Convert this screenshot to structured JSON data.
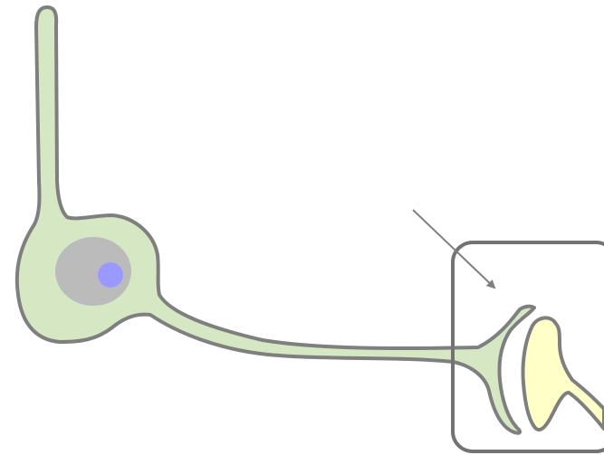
{
  "diagram": {
    "colors": {
      "background": "#ffffff",
      "neuron_fill": "#d6e7c4",
      "neuron_stroke": "#7f7f7f",
      "nucleus_fill": "#bbbbbb",
      "nucleolus_fill": "#9999ff",
      "postsynaptic_fill": "#ffffc8",
      "highlight_box_stroke": "#737373",
      "arrow_stroke": "#808080"
    },
    "elements": [
      "presynaptic-neuron",
      "neuron-nucleus",
      "neuron-nucleolus",
      "axon",
      "axon-terminal",
      "postsynaptic-dendrite",
      "synapse-highlight-box",
      "pointer-arrow"
    ]
  }
}
